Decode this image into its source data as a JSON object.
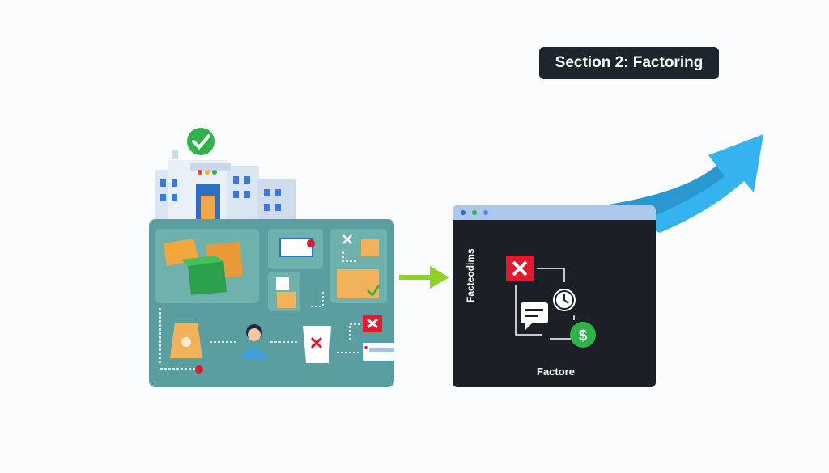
{
  "header": {
    "section_title": "Section 2: Factoring"
  },
  "factoring_window": {
    "side_label": "Facteodims",
    "footer_label": "Factore"
  },
  "icons": {
    "approved": "check-circle-icon",
    "rejected": "x-mark-icon",
    "clock": "clock-icon",
    "chat": "chat-bubble-icon",
    "payment": "dollar-coin-icon",
    "warehouse": "warehouse-icon",
    "person": "person-icon",
    "growth": "growth-arrow-icon"
  },
  "colors": {
    "panel": "#5a9ea0",
    "dark_window": "#1a2026",
    "titlebar": "#a9c8ec",
    "accent_green": "#8fd12a",
    "accent_blue": "#35b3ee",
    "reject_red": "#e01b2d",
    "approve_green": "#2fb24a",
    "badge_bg": "#1d252e"
  }
}
